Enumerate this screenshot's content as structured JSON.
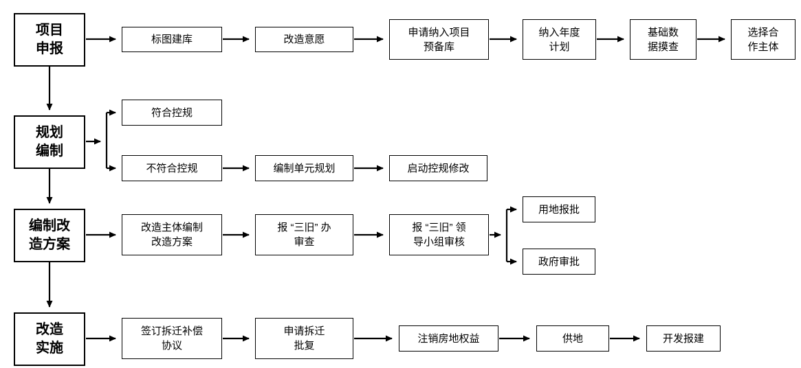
{
  "flowchart": {
    "stages": {
      "s1": "项目\n申报",
      "s2": "规划\n编制",
      "s3": "编制改\n造方案",
      "s4": "改造\n实施"
    },
    "row1": {
      "b1": "标图建库",
      "b2": "改造意愿",
      "b3": "申请纳入项目\n预备库",
      "b4": "纳入年度\n计划",
      "b5": "基础数\n据摸查",
      "b6": "选择合\n作主体"
    },
    "row2": {
      "b1": "符合控规",
      "b2": "不符合控规",
      "b3": "编制单元规划",
      "b4": "启动控规修改"
    },
    "row3": {
      "b1": "改造主体编制\n改造方案",
      "b2": "报 “三旧” 办\n审查",
      "b3": "报 “三旧” 领\n导小组审核",
      "b4": "用地报批",
      "b5": "政府审批"
    },
    "row4": {
      "b1": "签订拆迁补偿\n协议",
      "b2": "申请拆迁\n批复",
      "b3": "注销房地权益",
      "b4": "供地",
      "b5": "开发报建"
    },
    "colors": {
      "box_border": "#000000",
      "box_background": "#ffffff",
      "arrow": "#000000",
      "text": "#000000",
      "page_background": "#ffffff"
    }
  }
}
